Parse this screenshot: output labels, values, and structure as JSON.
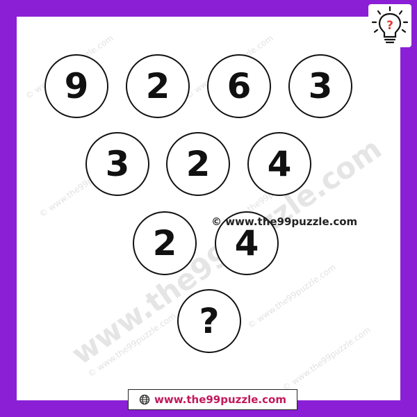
{
  "puzzle": {
    "rows": [
      [
        "9",
        "2",
        "6",
        "3"
      ],
      [
        "3",
        "2",
        "4"
      ],
      [
        "2",
        "4"
      ],
      [
        "?"
      ]
    ]
  },
  "watermark": {
    "small_text": "© www.the99puzzle.com",
    "big_text": "www.the99puzzle.com"
  },
  "copyright_text": "© www.the99puzzle.com",
  "footer": {
    "url": "www.the99puzzle.com"
  },
  "logo": {
    "symbol": "?"
  },
  "colors": {
    "frame": "#8a1fd6",
    "footer_url": "#c2185b",
    "logo_question": "#e53935"
  }
}
